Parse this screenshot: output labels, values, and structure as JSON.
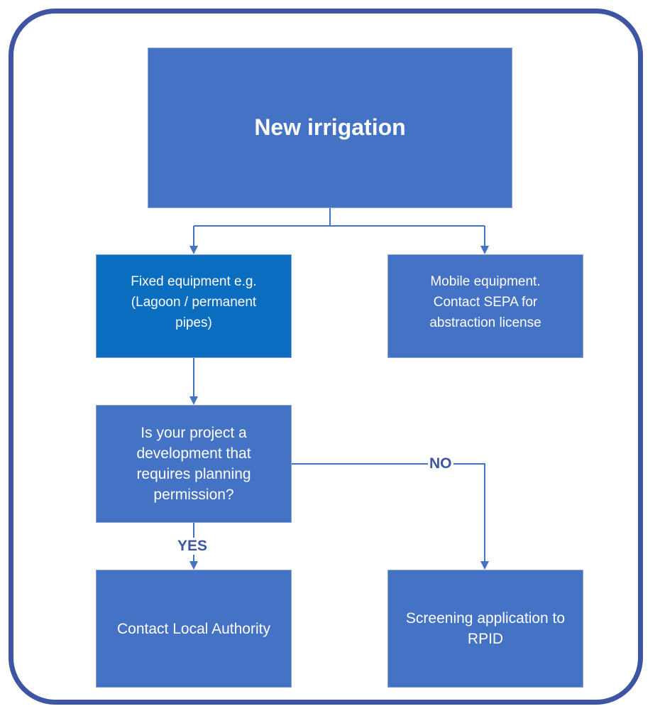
{
  "nodes": {
    "root": "New irrigation",
    "fixed": "Fixed equipment e.g. (Lagoon / permanent pipes)",
    "mobile": "Mobile equipment.  Contact SEPA for abstraction license",
    "question": "Is your project  a development that requires planning permission?",
    "local_authority": "Contact Local Authority",
    "screening": "Screening application to RPID"
  },
  "edge_labels": {
    "no": "NO",
    "yes": "YES"
  },
  "colors": {
    "frame_border": "#3e55a3",
    "box_fill": "#4472c4",
    "box_fill_highlight": "#0b6dbf",
    "connector": "#4472c4",
    "label_text": "#3e55a3"
  }
}
